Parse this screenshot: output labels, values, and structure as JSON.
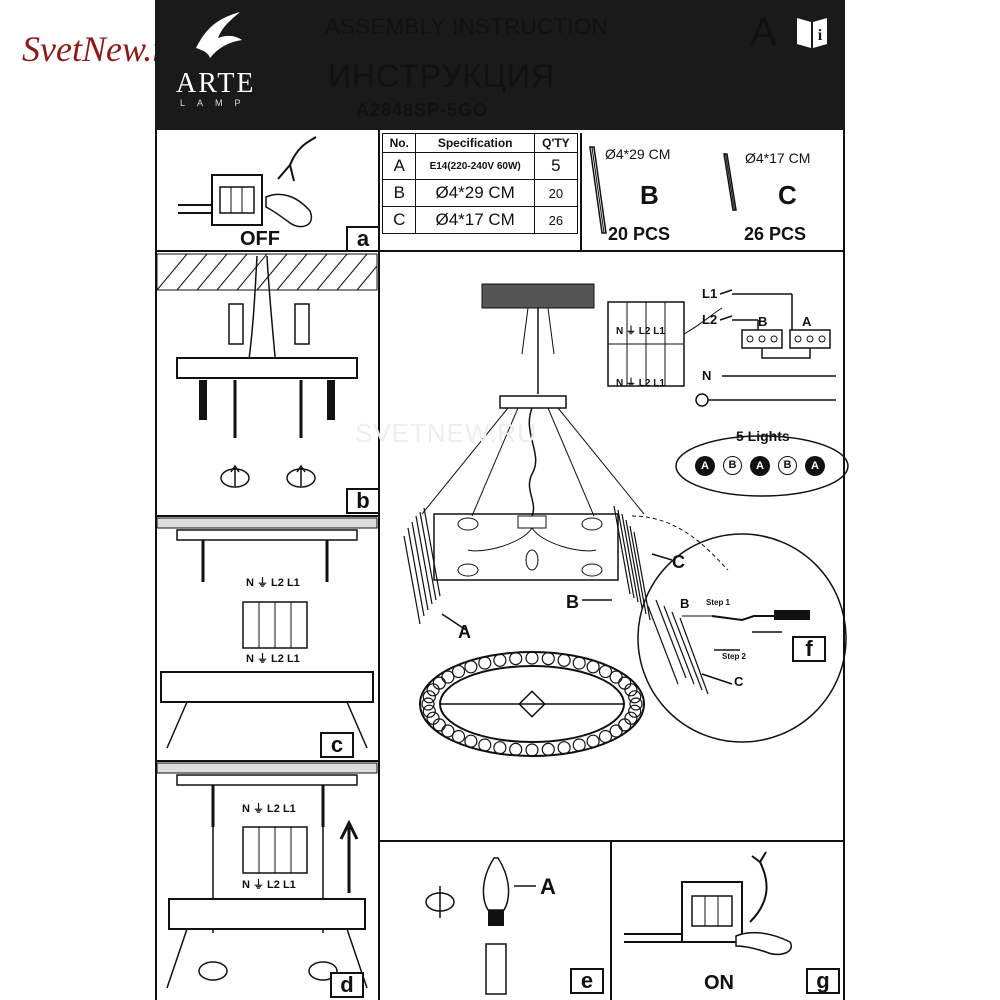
{
  "header": {
    "title_en": "ASSEMBLY INSTRUCTION",
    "title_ru": "ИНСТРУКЦИЯ",
    "model": "A2848SP-5GO",
    "corner_letter": "A",
    "corner_icon": "info-book-icon",
    "brand_overlay": "SvetNew.ru",
    "brand_name": "ARTE",
    "brand_sub": "LAMP"
  },
  "spec_table": {
    "headers": [
      "No.",
      "Specification",
      "Q'TY"
    ],
    "rows": [
      {
        "no": "A",
        "spec": "E14(220-240V 60W)",
        "qty": "5"
      },
      {
        "no": "B",
        "spec": "Ø4*29 CM",
        "qty": "20"
      },
      {
        "no": "C",
        "spec": "Ø4*17 CM",
        "qty": "26"
      }
    ]
  },
  "parts": {
    "b": {
      "size": "Ø4*29 CM",
      "letter": "B",
      "count": "20  PCS"
    },
    "c": {
      "size": "Ø4*17 CM",
      "letter": "C",
      "count": "26  PCS"
    }
  },
  "steps": {
    "a": {
      "label": "a",
      "text": "OFF"
    },
    "b": {
      "label": "b"
    },
    "c": {
      "label": "c",
      "terminals": "N  ⏚  L2 L1",
      "terminals_bottom": "N  ⏚  L2  L1"
    },
    "d": {
      "label": "d",
      "terminals": "N  ⏚  L2 L1",
      "terminals_bottom": "N  ⏚  L2  L1"
    },
    "e": {
      "label": "e",
      "part": "A"
    },
    "f": {
      "label": "f",
      "step1": "Step 1",
      "step2": "Step 2",
      "part_b": "B",
      "part_c": "C"
    },
    "g": {
      "label": "g",
      "text": "ON"
    }
  },
  "main_diagram": {
    "watermark": "SVETNEW.RU",
    "callout_c": "C",
    "callout_b": "B",
    "callout_a": "A",
    "wiring": {
      "l1": "L1",
      "l2": "L2",
      "n": "N",
      "b": "B",
      "a": "A",
      "terminal_top": "N ⏚ L2 L1",
      "terminal_bottom": "N ⏚ L2 L1"
    },
    "lights_title": "5  Lights",
    "lights_row": [
      "A",
      "B",
      "A",
      "B",
      "A"
    ]
  }
}
